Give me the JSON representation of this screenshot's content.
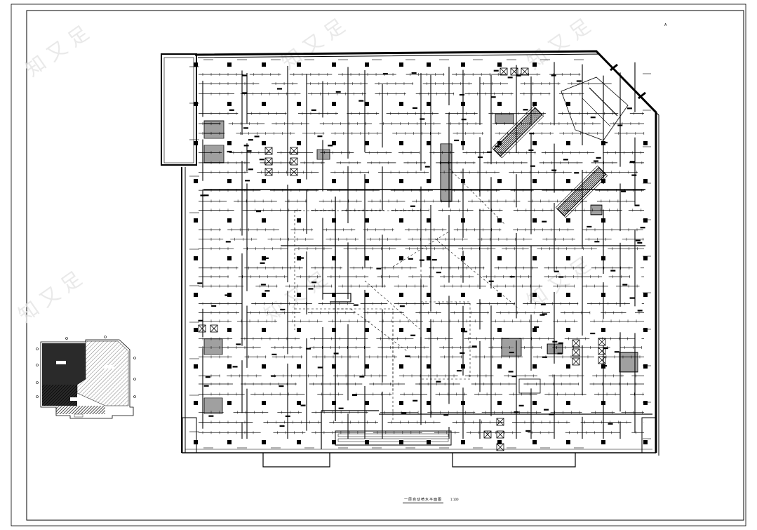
{
  "drawing": {
    "title": "一层自动喷水平面图",
    "scale": "1:100",
    "north_mark": "A"
  },
  "keyplan": {
    "zones": [
      "",
      "",
      ""
    ]
  },
  "colors": {
    "line": "#000000",
    "paper": "#ffffff",
    "watermark": "#d9d9d9"
  }
}
